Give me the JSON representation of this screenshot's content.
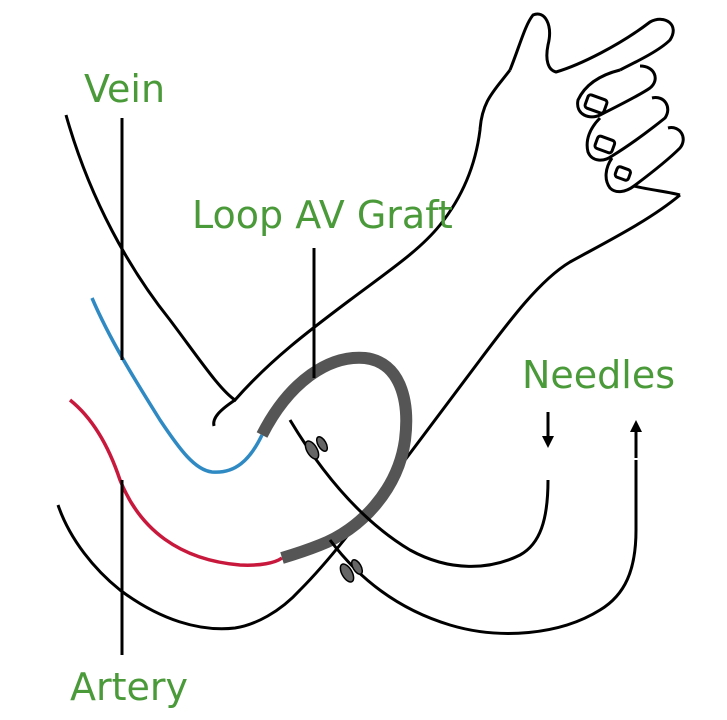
{
  "labels": {
    "vein": "Vein",
    "loop_graft": "Loop AV Graft",
    "needles": "Needles",
    "artery": "Artery"
  },
  "colors": {
    "label": "#4a9a3a",
    "outline": "#000000",
    "vein": "#2f8ac4",
    "artery": "#c8183c",
    "graft": "#555555",
    "needle": "#666666"
  }
}
